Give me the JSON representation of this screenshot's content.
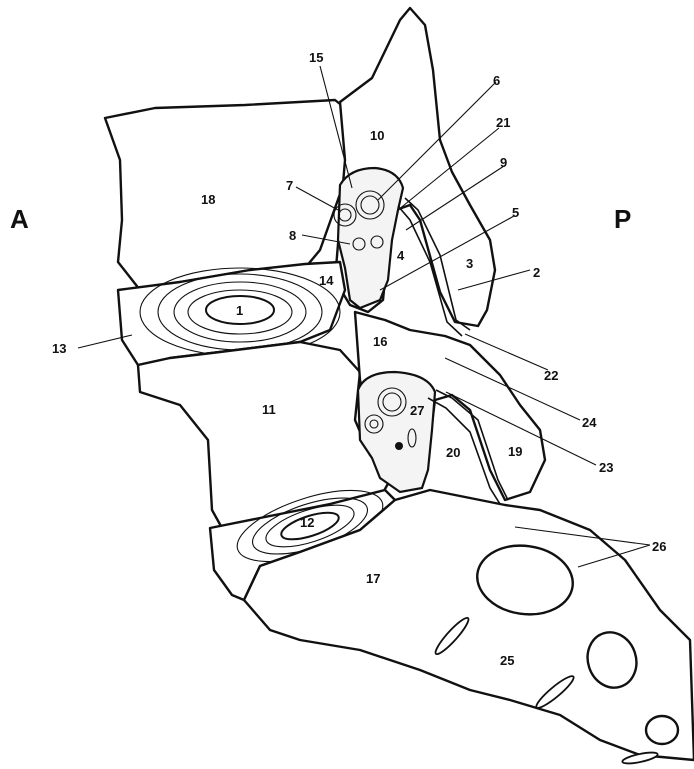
{
  "orientation": {
    "anterior": "A",
    "posterior": "P"
  },
  "labels": [
    "1",
    "2",
    "3",
    "4",
    "5",
    "6",
    "7",
    "8",
    "9",
    "10",
    "11",
    "12",
    "13",
    "14",
    "15",
    "16",
    "17",
    "18",
    "19",
    "20",
    "21",
    "22",
    "23",
    "24",
    "25",
    "26",
    "27"
  ]
}
